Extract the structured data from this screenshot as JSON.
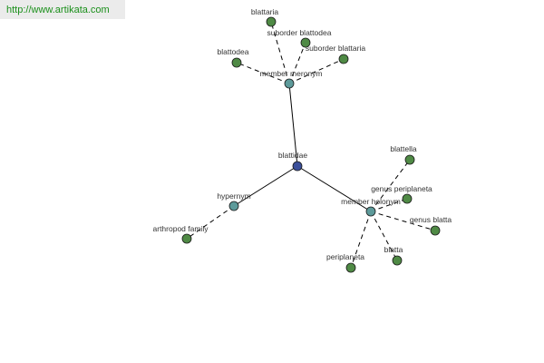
{
  "banner": {
    "url": "http://www.artikata.com"
  },
  "colors": {
    "root": "#3b4f9a",
    "relation": "#5d9a9a",
    "leaf": "#4f8a45",
    "url_text": "#1a8f1a",
    "banner_bg": "#ebebeb"
  },
  "graph": {
    "nodes": [
      {
        "id": "blattidae",
        "label": "blattidae",
        "kind": "root"
      },
      {
        "id": "member_meronym",
        "label": "member meronym",
        "kind": "relation"
      },
      {
        "id": "hypernym",
        "label": "hypernym",
        "kind": "relation"
      },
      {
        "id": "member_holonym",
        "label": "member holonym",
        "kind": "relation"
      },
      {
        "id": "blattaria",
        "label": "blattaria",
        "kind": "leaf"
      },
      {
        "id": "suborder_blattodea",
        "label": "suborder blattodea",
        "kind": "leaf"
      },
      {
        "id": "blattodea",
        "label": "blattodea",
        "kind": "leaf"
      },
      {
        "id": "suborder_blattaria",
        "label": "suborder blattaria",
        "kind": "leaf"
      },
      {
        "id": "arthropod_family",
        "label": "arthropod family",
        "kind": "leaf"
      },
      {
        "id": "blattella",
        "label": "blattella",
        "kind": "leaf"
      },
      {
        "id": "genus_periplaneta",
        "label": "genus periplaneta",
        "kind": "leaf"
      },
      {
        "id": "genus_blatta",
        "label": "genus blatta",
        "kind": "leaf"
      },
      {
        "id": "blatta",
        "label": "blatta",
        "kind": "leaf"
      },
      {
        "id": "periplaneta",
        "label": "periplaneta",
        "kind": "leaf"
      }
    ],
    "edges": [
      {
        "from": "blattidae",
        "to": "member_meronym",
        "style": "solid"
      },
      {
        "from": "blattidae",
        "to": "hypernym",
        "style": "solid"
      },
      {
        "from": "blattidae",
        "to": "member_holonym",
        "style": "solid"
      },
      {
        "from": "member_meronym",
        "to": "blattaria",
        "style": "dashed"
      },
      {
        "from": "member_meronym",
        "to": "suborder_blattodea",
        "style": "dashed"
      },
      {
        "from": "member_meronym",
        "to": "blattodea",
        "style": "dashed"
      },
      {
        "from": "member_meronym",
        "to": "suborder_blattaria",
        "style": "dashed"
      },
      {
        "from": "hypernym",
        "to": "arthropod_family",
        "style": "dashed"
      },
      {
        "from": "member_holonym",
        "to": "blattella",
        "style": "dashed"
      },
      {
        "from": "member_holonym",
        "to": "genus_periplaneta",
        "style": "dashed"
      },
      {
        "from": "member_holonym",
        "to": "genus_blatta",
        "style": "dashed"
      },
      {
        "from": "member_holonym",
        "to": "blatta",
        "style": "dashed"
      },
      {
        "from": "member_holonym",
        "to": "periplaneta",
        "style": "dashed"
      }
    ]
  }
}
